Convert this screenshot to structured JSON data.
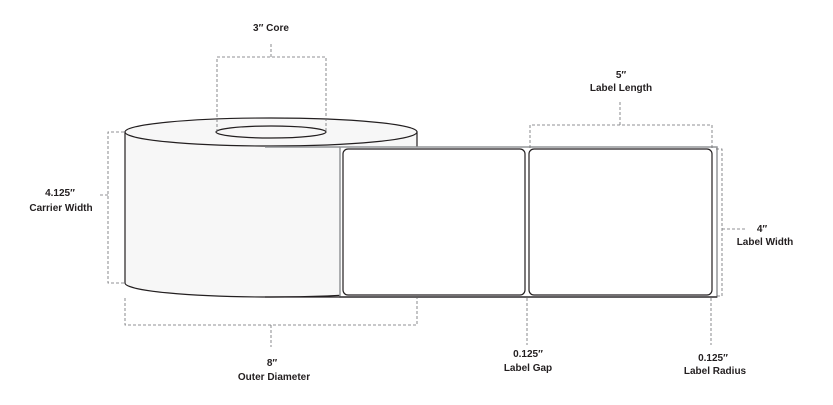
{
  "diagram": {
    "core": {
      "value": "3″ Core"
    },
    "label_length": {
      "value": "5″",
      "label": "Label Length"
    },
    "label_width": {
      "value": "4″",
      "label": "Label Width"
    },
    "carrier_width": {
      "value": "4.125″",
      "label": "Carrier Width"
    },
    "outer_diameter": {
      "value": "8″",
      "label": "Outer Diameter"
    },
    "label_gap": {
      "value": "0.125″",
      "label": "Label Gap"
    },
    "label_radius": {
      "value": "0.125″",
      "label": "Label Radius"
    },
    "colors": {
      "roll_fill": "#f7f7f7",
      "outline": "#231f20",
      "liner": "#939598",
      "dimension": "#6d6e71"
    }
  }
}
